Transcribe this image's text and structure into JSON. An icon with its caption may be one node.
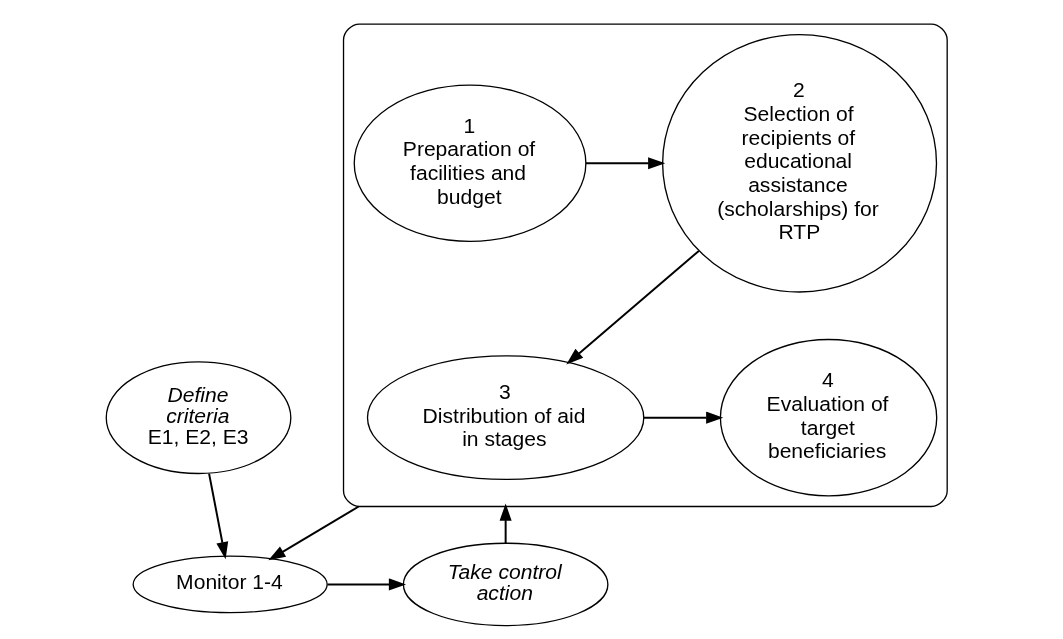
{
  "diagram": {
    "nodes": [
      {
        "text": [],
        "shape": "box"
      },
      {
        "text": [
          "1",
          "Preparation of facilities and budget"
        ],
        "in": 0
      },
      {
        "text": [
          "2",
          "Selection of recipients of educational assistance (scholarships) for RTP"
        ],
        "in": 0
      },
      {
        "text": [
          "4",
          "Evaluation of target beneficiaries"
        ],
        "in": 0
      },
      {
        "text": [
          "3",
          "Distribution of aid in stages"
        ],
        "in": 0
      },
      {
        "text": [
          "Monitor 1-4"
        ]
      },
      {
        "text": [
          "Take control action"
        ]
      },
      {
        "text": [
          "Define criteria",
          "E1, E2, E3"
        ]
      }
    ],
    "edges": [
      {
        "from": 1,
        "to": 2,
        "arrow": "to"
      },
      {
        "from": 2,
        "to": 4,
        "arrow": "to"
      },
      {
        "from": 4,
        "to": 3,
        "arrow": "to"
      },
      {
        "from": 0,
        "to": 5,
        "arrow": "to"
      },
      {
        "from": 5,
        "to": 6,
        "arrow": "to"
      },
      {
        "from": 6,
        "to": 0,
        "arrow": "to"
      },
      {
        "from": 7,
        "to": 5,
        "arrow": "to"
      }
    ]
  }
}
